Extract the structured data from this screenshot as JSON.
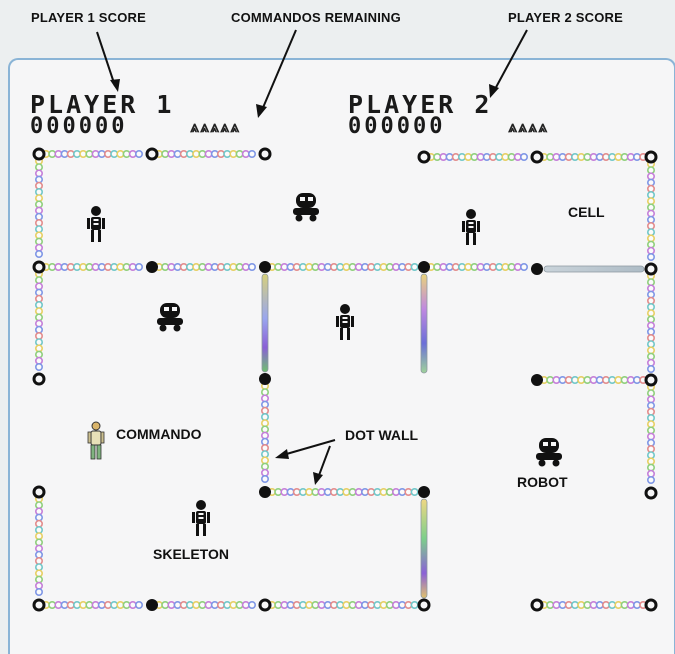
{
  "callouts": {
    "player1_score": "PLAYER 1 SCORE",
    "commandos_remaining": "COMMANDOS REMAINING",
    "player2_score": "PLAYER 2 SCORE"
  },
  "hud": {
    "player1": {
      "title": "PLAYER 1",
      "score": "000000",
      "lives": 5
    },
    "player2": {
      "title": "PLAYER 2",
      "score": "000000",
      "lives": 4
    }
  },
  "labels": {
    "cell": "CELL",
    "commando": "COMMANDO",
    "dot_wall": "DOT WALL",
    "robot": "ROBOT",
    "skeleton": "SKELETON"
  },
  "colors": {
    "background": "#f6f6f7",
    "screen_border": "#8ab4d6",
    "post": "#111111",
    "cell_bar": "#b9c4cc"
  },
  "icons": {
    "commando_life": "running-man-icon",
    "skeleton": "skeleton-icon",
    "robot": "robot-icon",
    "commando": "commando-icon",
    "post": "post-dot-icon"
  }
}
